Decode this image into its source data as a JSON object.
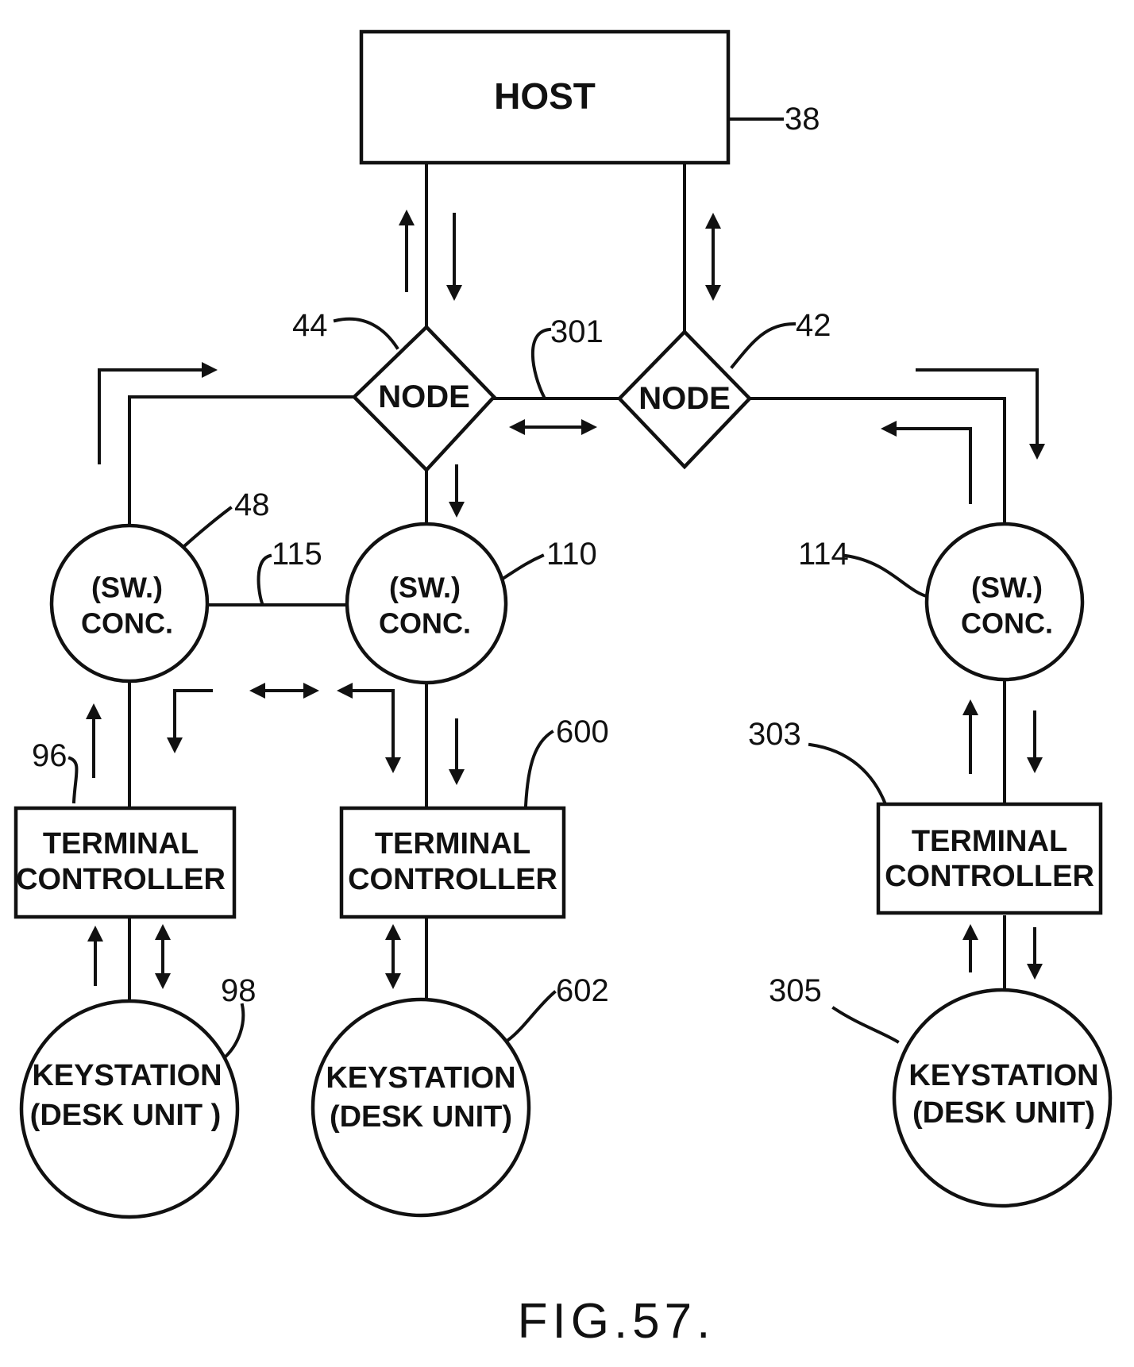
{
  "host": {
    "label": "HOST",
    "ref": "38"
  },
  "node_left": {
    "label": "NODE",
    "ref": "44"
  },
  "node_right": {
    "label": "NODE",
    "ref": "42"
  },
  "node_link_ref": "301",
  "conc_left": {
    "line1": "(SW.)",
    "line2": "CONC.",
    "ref": "48"
  },
  "conc_mid": {
    "line1": "(SW.)",
    "line2": "CONC.",
    "ref": "110"
  },
  "conc_right": {
    "line1": "(SW.)",
    "line2": "CONC.",
    "ref": "114"
  },
  "conc_link_ref": "115",
  "tc_left": {
    "line1": "TERMINAL",
    "line2": "CONTROLLER",
    "ref": "96"
  },
  "tc_mid": {
    "line1": "TERMINAL",
    "line2": "CONTROLLER",
    "ref": "600"
  },
  "tc_right": {
    "line1": "TERMINAL",
    "line2": "CONTROLLER",
    "ref": "303"
  },
  "ks_left": {
    "line1": "KEYSTATION",
    "line2": "(DESK UNIT )",
    "ref": "98"
  },
  "ks_mid": {
    "line1": "KEYSTATION",
    "line2": "(DESK UNIT)",
    "ref": "602"
  },
  "ks_right": {
    "line1": "KEYSTATION",
    "line2": "(DESK UNIT)",
    "ref": "305"
  },
  "caption": "FIG.57."
}
